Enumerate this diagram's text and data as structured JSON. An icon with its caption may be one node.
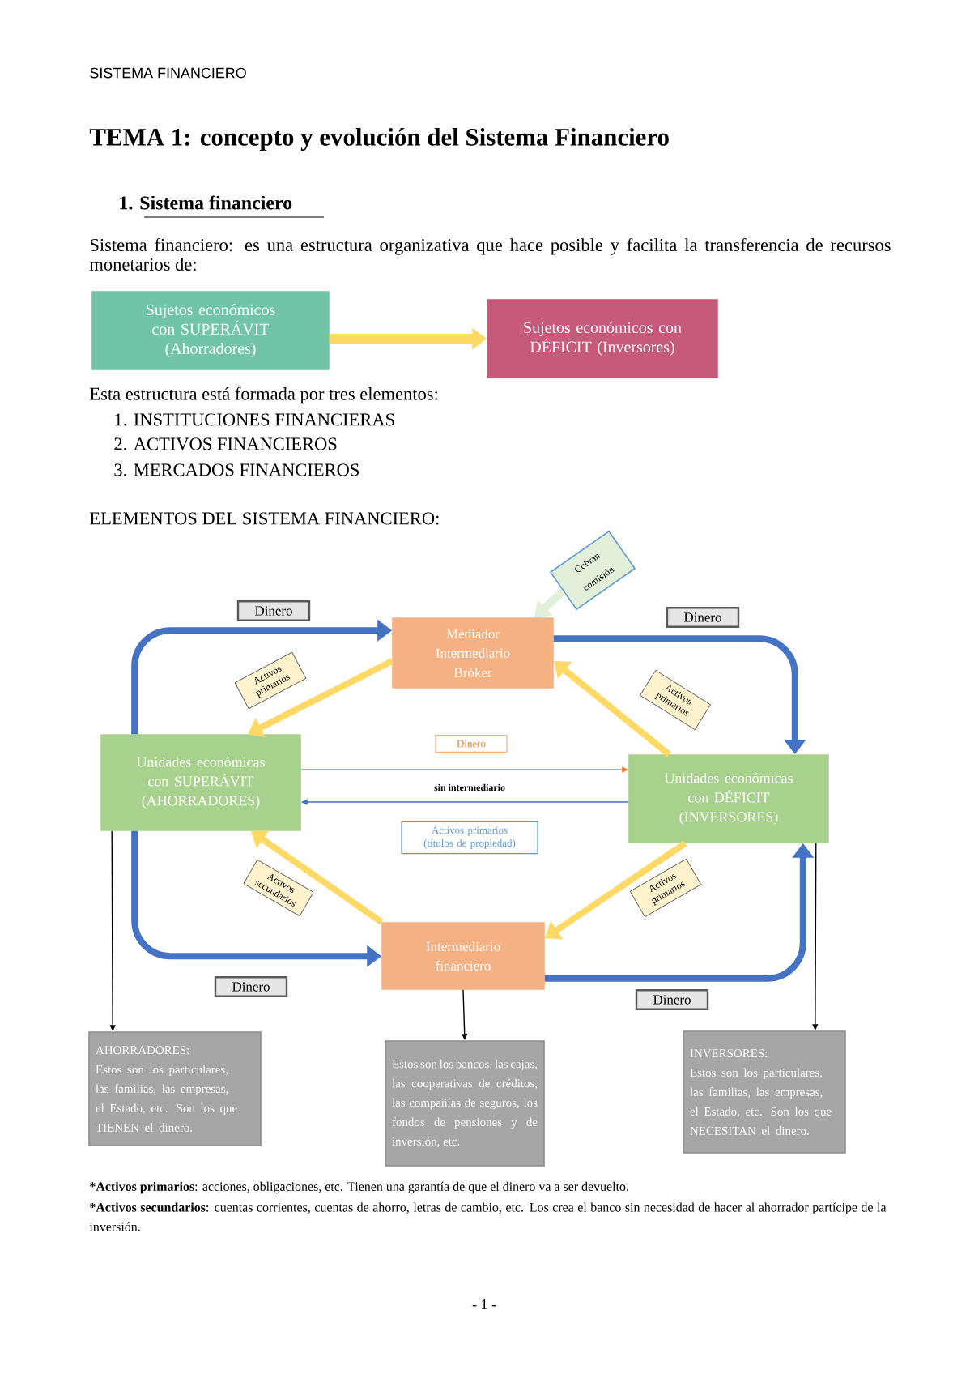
{
  "diagram": {
    "title": "TEMA 1: concepto y evolución del Sistema Financiero",
    "nodes": [
      {
        "text": [
          "Sujetos económicos con SUPERÁVIT (Ahorradores)"
        ]
      },
      {
        "text": [
          "Sujetos económicos con DÉFICIT (Inversores)"
        ]
      },
      {
        "text": [
          "Mediador Intermediario Bróker"
        ]
      },
      {
        "text": [
          "Unidades económicas con SUPERÁVIT (AHORRADORES)"
        ]
      },
      {
        "text": [
          "Unidades económicas con DÉFICIT (INVERSORES)"
        ]
      },
      {
        "text": [
          "Intermediario financiero"
        ]
      },
      {
        "text": [
          "AHORRADORES:",
          "Estos son los particulares, las familias, las empresas, el Estado, etc. Son los que TIENEN el dinero."
        ]
      },
      {
        "text": [
          "Estos son los bancos, las cajas, las cooperativas de créditos, las compañías de seguros, los fondos de pensiones y de inversión, etc."
        ]
      },
      {
        "text": [
          "INVERSORES:",
          "Estos son los particulares, las familias, las empresas, el Estado, etc. Son los que NECESITAN el dinero."
        ]
      },
      {
        "text": [
          "Cobran comisión"
        ]
      }
    ],
    "edges": [
      {
        "from": 3,
        "to": 2,
        "arrow": "to",
        "label": "Dinero",
        "color": "#4472c4"
      },
      {
        "from": 2,
        "to": 4,
        "arrow": "to",
        "label": "Dinero",
        "color": "#4472c4"
      },
      {
        "from": 3,
        "to": 5,
        "arrow": "to",
        "label": "Dinero",
        "color": "#4472c4"
      },
      {
        "from": 5,
        "to": 4,
        "arrow": "to",
        "label": "Dinero",
        "color": "#4472c4"
      },
      {
        "from": 2,
        "to": 3,
        "arrow": "to",
        "label": "Activos primarios",
        "color": "#ffd966"
      },
      {
        "from": 4,
        "to": 2,
        "arrow": "to",
        "label": "Activos primarios",
        "color": "#ffd966"
      },
      {
        "from": 4,
        "to": 5,
        "arrow": "to",
        "label": "Activos primarios",
        "color": "#ffd966"
      },
      {
        "from": 5,
        "to": 3,
        "arrow": "to",
        "label": "Activos secundarios",
        "color": "#ffd966"
      },
      {
        "from": 3,
        "to": 4,
        "arrow": "to",
        "label": "Dinero",
        "color": "#ed7d31"
      },
      {
        "from": 4,
        "to": 3,
        "arrow": "to",
        "label": "Activos primarios (títulos de propiedad)",
        "color": "#4472c4"
      },
      {
        "from": 0,
        "to": 1,
        "arrow": "to",
        "color": "#ffd966"
      },
      {
        "from": 9,
        "to": 2,
        "arrow": "to",
        "color": "#e2f0d9"
      },
      {
        "from": 3,
        "to": 6,
        "arrow": "to",
        "color": "#000000"
      },
      {
        "from": 5,
        "to": 7,
        "arrow": "to",
        "color": "#000000"
      },
      {
        "from": 4,
        "to": 8,
        "arrow": "to",
        "color": "#000000"
      }
    ],
    "labels": [
      "SISTEMA FINANCIERO",
      "1. Sistema financiero",
      "Sistema financiero: es una estructura organizativa que hace posible y facilita la transferencia de recursos monetarios de:",
      "Esta estructura está formada por tres elementos:",
      "1. INSTITUCIONES FINANCIERAS",
      "2. ACTIVOS FINANCIEROS",
      "3. MERCADOS FINANCIEROS",
      "ELEMENTOS DEL SISTEMA FINANCIERO:",
      "sin intermediario",
      "***Activos primarios**: acciones, obligaciones, etc. Tienen una garantía de que el dinero va a ser devuelto.",
      "***Activos secundarios**: cuentas corrientes, cuentas de ahorro, letras de cambio, etc. Los crea el banco sin necesidad de hacer al ahorrador partícipe de la inversión.",
      "- 1 -"
    ]
  }
}
